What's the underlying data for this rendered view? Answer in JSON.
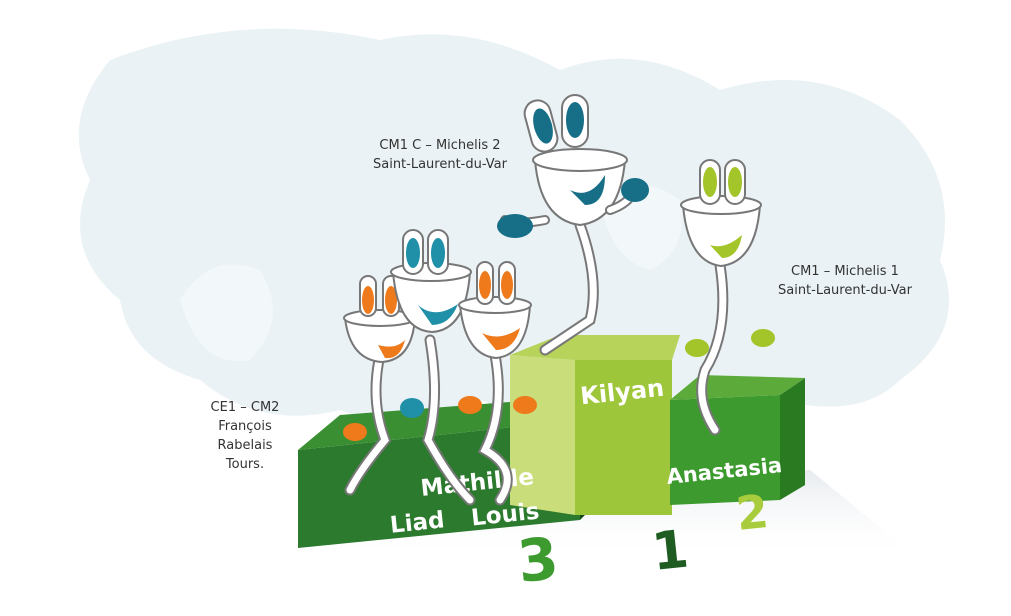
{
  "podium": {
    "first": {
      "rank": "1",
      "names": [
        "Kilyan"
      ],
      "school_lines": [
        "CM1 C – Michelis 2",
        "Saint-Laurent-du-Var"
      ]
    },
    "second": {
      "rank": "2",
      "names": [
        "Anastasia"
      ],
      "school_lines": [
        "CM1 – Michelis 1",
        "Saint-Laurent-du-Var"
      ]
    },
    "third": {
      "rank": "3",
      "names": [
        "Mathilde",
        "Liad",
        "Louis"
      ],
      "school_lines": [
        "CE1 – CM2",
        "François Rabelais",
        "Tours."
      ]
    }
  },
  "colors": {
    "first_block": "#a9cc3c",
    "second_block": "#3d9a2f",
    "third_block": "#1f5c22",
    "mascot_orange": "#ef7a1c",
    "mascot_blue": "#1f90a8",
    "mascot_teal": "#166e87",
    "mascot_lime": "#a3c52a"
  },
  "icons": [
    "plug-mascot-icon"
  ]
}
